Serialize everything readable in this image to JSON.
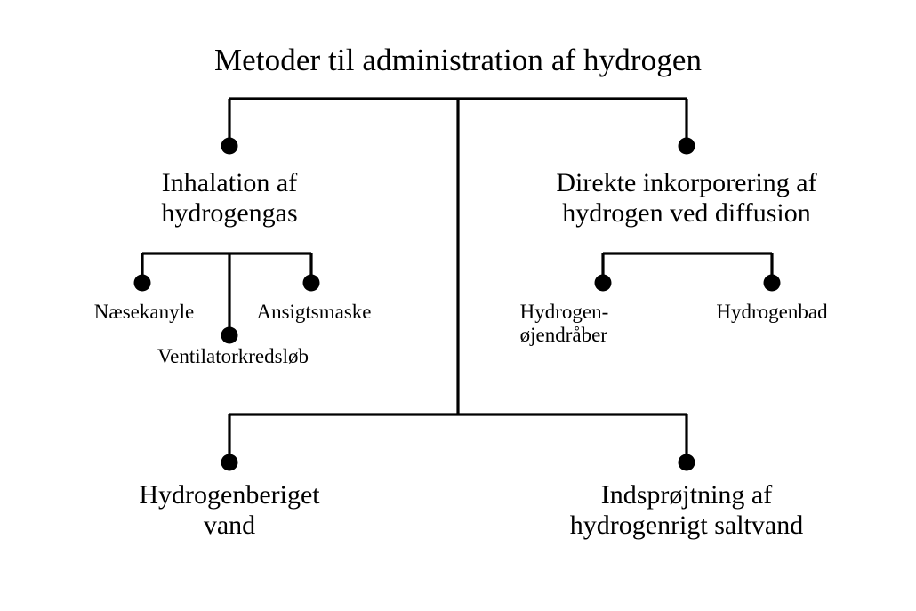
{
  "diagram": {
    "title": "Metoder til administration af hydrogen",
    "type": "tree-diagram",
    "language": "da",
    "background_color": "#ffffff",
    "line_color": "#000000",
    "text_color": "#000000",
    "node_marker": "filled-circle",
    "branches": {
      "inhalation": {
        "label": "Inhalation af\nhydrogengas",
        "children": [
          {
            "label": "Næsekanyle"
          },
          {
            "label": "Ventilatorkredsløb"
          },
          {
            "label": "Ansigtsmaske"
          }
        ]
      },
      "diffusion": {
        "label": "Direkte inkorporering af\nhydrogen ved diffusion",
        "children": [
          {
            "label": "Hydrogen-\nøjendråber"
          },
          {
            "label": "Hydrogenbad"
          }
        ]
      },
      "water": {
        "label": "Hydrogenberiget\nvand"
      },
      "injection": {
        "label": "Indsprøjtning af\nhydrogenrigt saltvand"
      }
    }
  }
}
